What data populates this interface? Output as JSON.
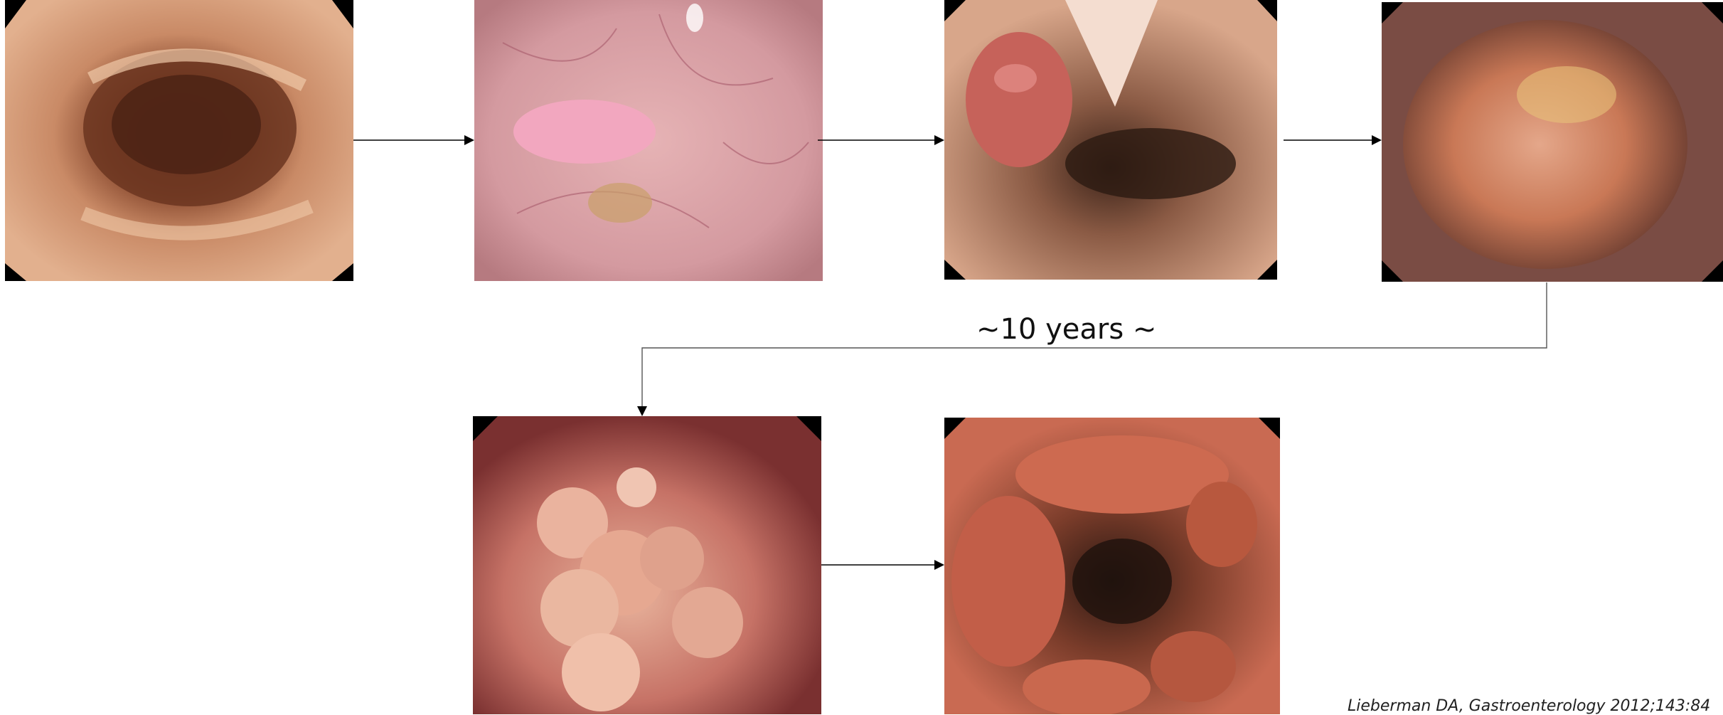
{
  "diagram": {
    "interval_label": "~10 years ~",
    "citation": "Lieberman DA, Gastroenterology 2012;143:84",
    "images": [
      {
        "name": "normal-colon-image",
        "desc": "normal colonic mucosa"
      },
      {
        "name": "flat-lesion-image",
        "desc": "small flat polyp"
      },
      {
        "name": "pedunculated-polyp-image",
        "desc": "polyp"
      },
      {
        "name": "large-polyp-image",
        "desc": "large polyp"
      },
      {
        "name": "advanced-adenoma-image",
        "desc": "advanced adenoma"
      },
      {
        "name": "carcinoma-image",
        "desc": "colorectal cancer"
      }
    ]
  }
}
